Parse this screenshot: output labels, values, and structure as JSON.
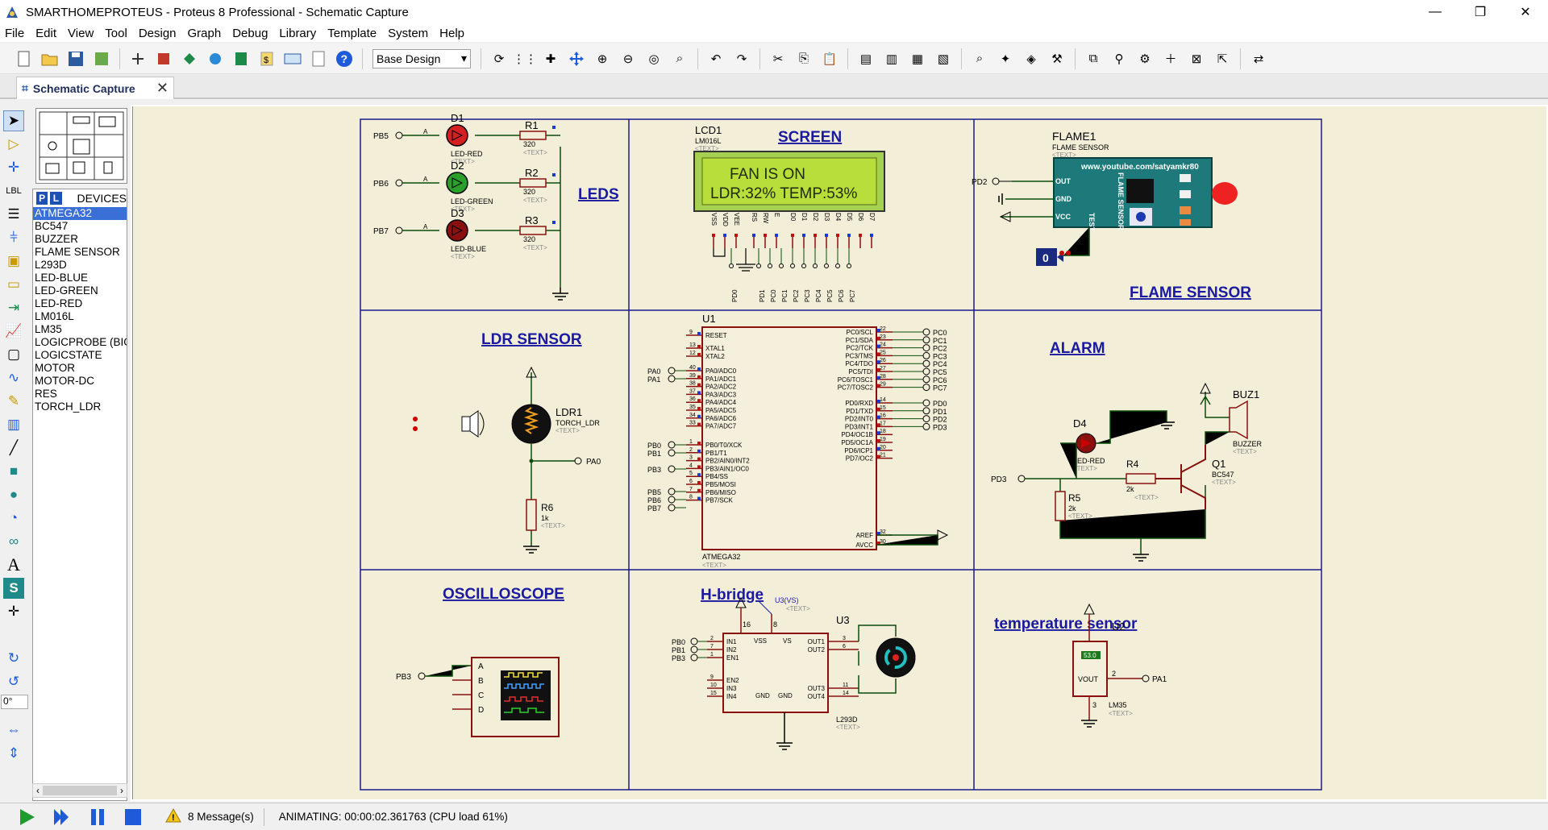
{
  "window": {
    "title": "SMARTHOMEPROTEUS - Proteus 8 Professional - Schematic Capture",
    "minimize": "—",
    "maximize": "❐",
    "close": "✕"
  },
  "menu": [
    "File",
    "Edit",
    "View",
    "Tool",
    "Design",
    "Graph",
    "Debug",
    "Library",
    "Template",
    "System",
    "Help"
  ],
  "toolbar": {
    "design_select": "Base Design"
  },
  "tab": {
    "label": "Schematic Capture"
  },
  "devices": {
    "header": "DEVICES",
    "p_label": "P",
    "l_label": "L",
    "items": [
      "ATMEGA32",
      "BC547",
      "BUZZER",
      "FLAME SENSOR",
      "L293D",
      "LED-BLUE",
      "LED-GREEN",
      "LED-RED",
      "LM016L",
      "LM35",
      "LOGICPROBE (BIG",
      "LOGICSTATE",
      "MOTOR",
      "MOTOR-DC",
      "RES",
      "TORCH_LDR"
    ],
    "selected": "ATMEGA32"
  },
  "rotation": "0°",
  "status": {
    "messages": "8 Message(s)",
    "animating": "ANIMATING: 00:00:02.361763 (CPU load 61%)"
  },
  "schematic": {
    "section_titles": {
      "leds": "LEDS",
      "screen": "SCREEN",
      "flame": "FLAME SENSOR",
      "ldr": "LDR SENSOR",
      "alarm": "ALARM",
      "osc": "OSCILLOSCOPE",
      "hbridge": "H-bridge",
      "temp": "temperature sensor"
    },
    "text_placeholder": "<TEXT>",
    "leds": [
      {
        "ref": "D1",
        "type": "LED-RED",
        "pin": "PB5",
        "res": "R1",
        "val": "320",
        "color": "#d42020"
      },
      {
        "ref": "D2",
        "type": "LED-GREEN",
        "pin": "PB6",
        "res": "R2",
        "val": "320",
        "color": "#2aa02a"
      },
      {
        "ref": "D3",
        "type": "LED-BLUE",
        "pin": "PB7",
        "res": "R3",
        "val": "320",
        "color": "#8a1010"
      }
    ],
    "lcd": {
      "ref": "LCD1",
      "model": "LM016L",
      "line1": "FAN IS ON",
      "line2": "LDR:32% TEMP:53%",
      "pins": [
        "VSS",
        "VDD",
        "VEE",
        "RS",
        "RW",
        "E",
        "D0",
        "D1",
        "D2",
        "D3",
        "D4",
        "D5",
        "D6",
        "D7"
      ],
      "bottom_pins": [
        "PD0",
        "PD1",
        "PC0",
        "PC1",
        "PC2",
        "PC3",
        "PC4",
        "PC5",
        "PC6",
        "PC7"
      ]
    },
    "flame": {
      "ref": "FLAME1",
      "type": "FLAME SENSOR",
      "url": "www.youtube.com/satyamkr80",
      "pins": [
        "OUT",
        "GND",
        "VCC",
        "TEST"
      ],
      "label": "FLAME SENSOR",
      "net": "PD2",
      "probe": "0"
    },
    "ldr": {
      "ref": "LDR1",
      "type": "TORCH_LDR",
      "res": "R6",
      "val": "1k",
      "net": "PA0"
    },
    "mcu": {
      "ref": "U1",
      "type": "ATMEGA32",
      "left_pins": [
        {
          "n": "9",
          "name": "RESET"
        },
        {
          "n": "13",
          "name": "XTAL1"
        },
        {
          "n": "12",
          "name": "XTAL2"
        },
        {
          "n": "40",
          "name": "PA0/ADC0"
        },
        {
          "n": "39",
          "name": "PA1/ADC1"
        },
        {
          "n": "38",
          "name": "PA2/ADC2"
        },
        {
          "n": "37",
          "name": "PA3/ADC3"
        },
        {
          "n": "36",
          "name": "PA4/ADC4"
        },
        {
          "n": "35",
          "name": "PA5/ADC5"
        },
        {
          "n": "34",
          "name": "PA6/ADC6"
        },
        {
          "n": "33",
          "name": "PA7/ADC7"
        },
        {
          "n": "1",
          "name": "PB0/T0/XCK"
        },
        {
          "n": "2",
          "name": "PB1/T1"
        },
        {
          "n": "3",
          "name": "PB2/AIN0/INT2"
        },
        {
          "n": "4",
          "name": "PB3/AIN1/OC0"
        },
        {
          "n": "5",
          "name": "PB4/SS"
        },
        {
          "n": "6",
          "name": "PB5/MOSI"
        },
        {
          "n": "7",
          "name": "PB6/MISO"
        },
        {
          "n": "8",
          "name": "PB7/SCK"
        }
      ],
      "right_pins": [
        {
          "n": "22",
          "name": "PC0/SCL"
        },
        {
          "n": "23",
          "name": "PC1/SDA"
        },
        {
          "n": "24",
          "name": "PC2/TCK"
        },
        {
          "n": "25",
          "name": "PC3/TMS"
        },
        {
          "n": "26",
          "name": "PC4/TDO"
        },
        {
          "n": "27",
          "name": "PC5/TDI"
        },
        {
          "n": "28",
          "name": "PC6/TOSC1"
        },
        {
          "n": "29",
          "name": "PC7/TOSC2"
        },
        {
          "n": "14",
          "name": "PD0/RXD"
        },
        {
          "n": "15",
          "name": "PD1/TXD"
        },
        {
          "n": "16",
          "name": "PD2/INT0"
        },
        {
          "n": "17",
          "name": "PD3/INT1"
        },
        {
          "n": "18",
          "name": "PD4/OC1B"
        },
        {
          "n": "19",
          "name": "PD5/OC1A"
        },
        {
          "n": "20",
          "name": "PD6/ICP1"
        },
        {
          "n": "21",
          "name": "PD7/OC2"
        },
        {
          "n": "32",
          "name": "AREF"
        },
        {
          "n": "30",
          "name": "AVCC"
        }
      ],
      "nets_left": [
        "PA0",
        "PA1",
        "PB0",
        "PB1",
        "PB3",
        "PB5",
        "PB6",
        "PB7"
      ],
      "nets_right": [
        "PC0",
        "PC1",
        "PC2",
        "PC3",
        "PC4",
        "PC5",
        "PC6",
        "PC7",
        "PD0",
        "PD1",
        "PD2",
        "PD3"
      ]
    },
    "alarm": {
      "led": "D4",
      "led_type": "LED-RED",
      "buzzer": "BUZ1",
      "buzzer_type": "BUZZER",
      "r4": "R4",
      "r4v": "2k",
      "r5": "R5",
      "r5v": "2k",
      "q": "Q1",
      "q_type": "BC547",
      "net": "PD3"
    },
    "osc": {
      "net": "PB3",
      "channels": [
        "A",
        "B",
        "C",
        "D"
      ]
    },
    "hbridge": {
      "ref": "U3",
      "type": "L293D",
      "supply": "U3(VS)",
      "nets": [
        "PB0",
        "PB1",
        "PB3"
      ],
      "pins_left_top": [
        {
          "n": "2",
          "name": "IN1"
        },
        {
          "n": "7",
          "name": "IN2"
        },
        {
          "n": "1",
          "name": "EN1"
        }
      ],
      "pins_left_bot": [
        {
          "n": "9",
          "name": "EN2"
        },
        {
          "n": "10",
          "name": "IN3"
        },
        {
          "n": "15",
          "name": "IN4"
        }
      ],
      "top_labels": [
        "VSS",
        "VS"
      ],
      "top_nums": [
        "16",
        "8"
      ],
      "right_top": [
        {
          "n": "3",
          "name": "OUT1"
        },
        {
          "n": "6",
          "name": "OUT2"
        }
      ],
      "right_bot": [
        {
          "n": "11",
          "name": "OUT3"
        },
        {
          "n": "14",
          "name": "OUT4"
        }
      ],
      "gnd": [
        "GND",
        "GND"
      ]
    },
    "temp": {
      "ref": "U2",
      "type": "LM35",
      "reading": "53.0",
      "vout": "VOUT",
      "net": "PA1",
      "pin_out": "2",
      "pin_gnd": "3"
    }
  }
}
